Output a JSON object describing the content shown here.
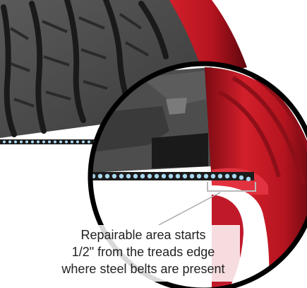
{
  "caption": {
    "line1": "Repairable area starts",
    "line2": "1/2\" from the treads edge",
    "line3": "where steel belts are present"
  },
  "colors": {
    "tread_rubber": "#4a4a4a",
    "tread_dark": "#222222",
    "groove": "#1a1a1a",
    "sidewall_red": "#d21f2b",
    "sidewall_dark_red": "#8e0f18",
    "steel_belt_bead": "#a9d8f0",
    "belt_band": "#1b1b1b",
    "outline": "#000000",
    "leader_line": "#aaaaaa"
  },
  "icons": {
    "magnifier": "magnified-tire-section-icon"
  }
}
